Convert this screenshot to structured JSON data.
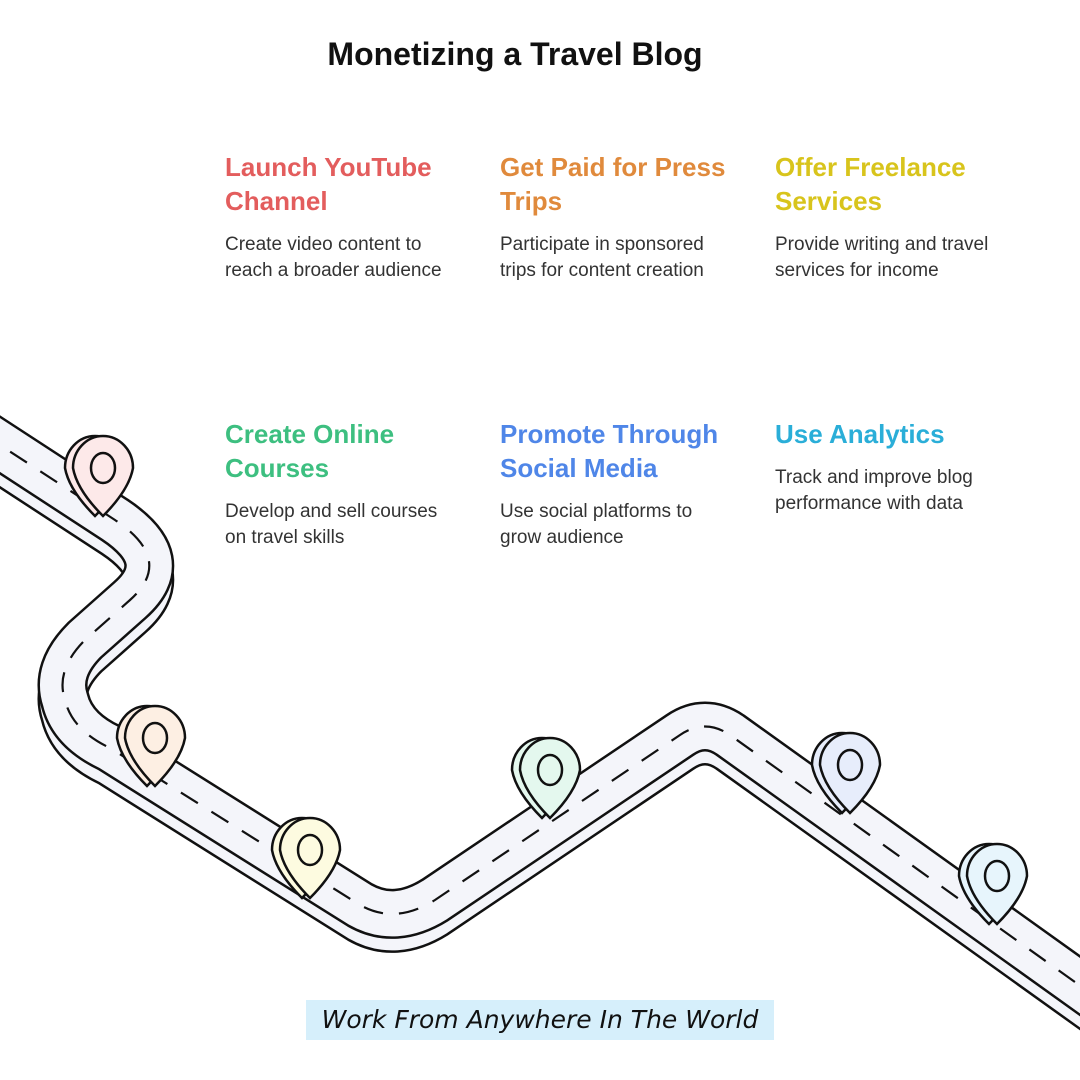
{
  "title": "Monetizing a Travel Blog",
  "items": [
    {
      "heading": "Launch YouTube Channel",
      "text": "Create video content to reach a broader audience",
      "color": "#e35d5d"
    },
    {
      "heading": "Get Paid for Press Trips",
      "text": "Participate in sponsored trips for content creation",
      "color": "#e08a3c"
    },
    {
      "heading": "Offer Freelance Services",
      "text": "Provide writing and travel services for income",
      "color": "#d8c41c"
    },
    {
      "heading": "Create Online Courses",
      "text": "Develop and sell courses on travel skills",
      "color": "#3dbf80"
    },
    {
      "heading": "Promote Through Social Media",
      "text": "Use social platforms to grow audience",
      "color": "#4f86e8"
    },
    {
      "heading": "Use Analytics",
      "text": "Track and improve blog performance with data",
      "color": "#2aaed8"
    }
  ],
  "pins": [
    {
      "icon": "map-pin-icon",
      "color": "#fde9e9"
    },
    {
      "icon": "map-pin-icon",
      "color": "#fdefe3"
    },
    {
      "icon": "map-pin-icon",
      "color": "#fdfbe0"
    },
    {
      "icon": "map-pin-icon",
      "color": "#e4f8ee"
    },
    {
      "icon": "map-pin-icon",
      "color": "#e7edfb"
    },
    {
      "icon": "map-pin-icon",
      "color": "#e7f5fc"
    }
  ],
  "footer": "Work From Anywhere In The World"
}
